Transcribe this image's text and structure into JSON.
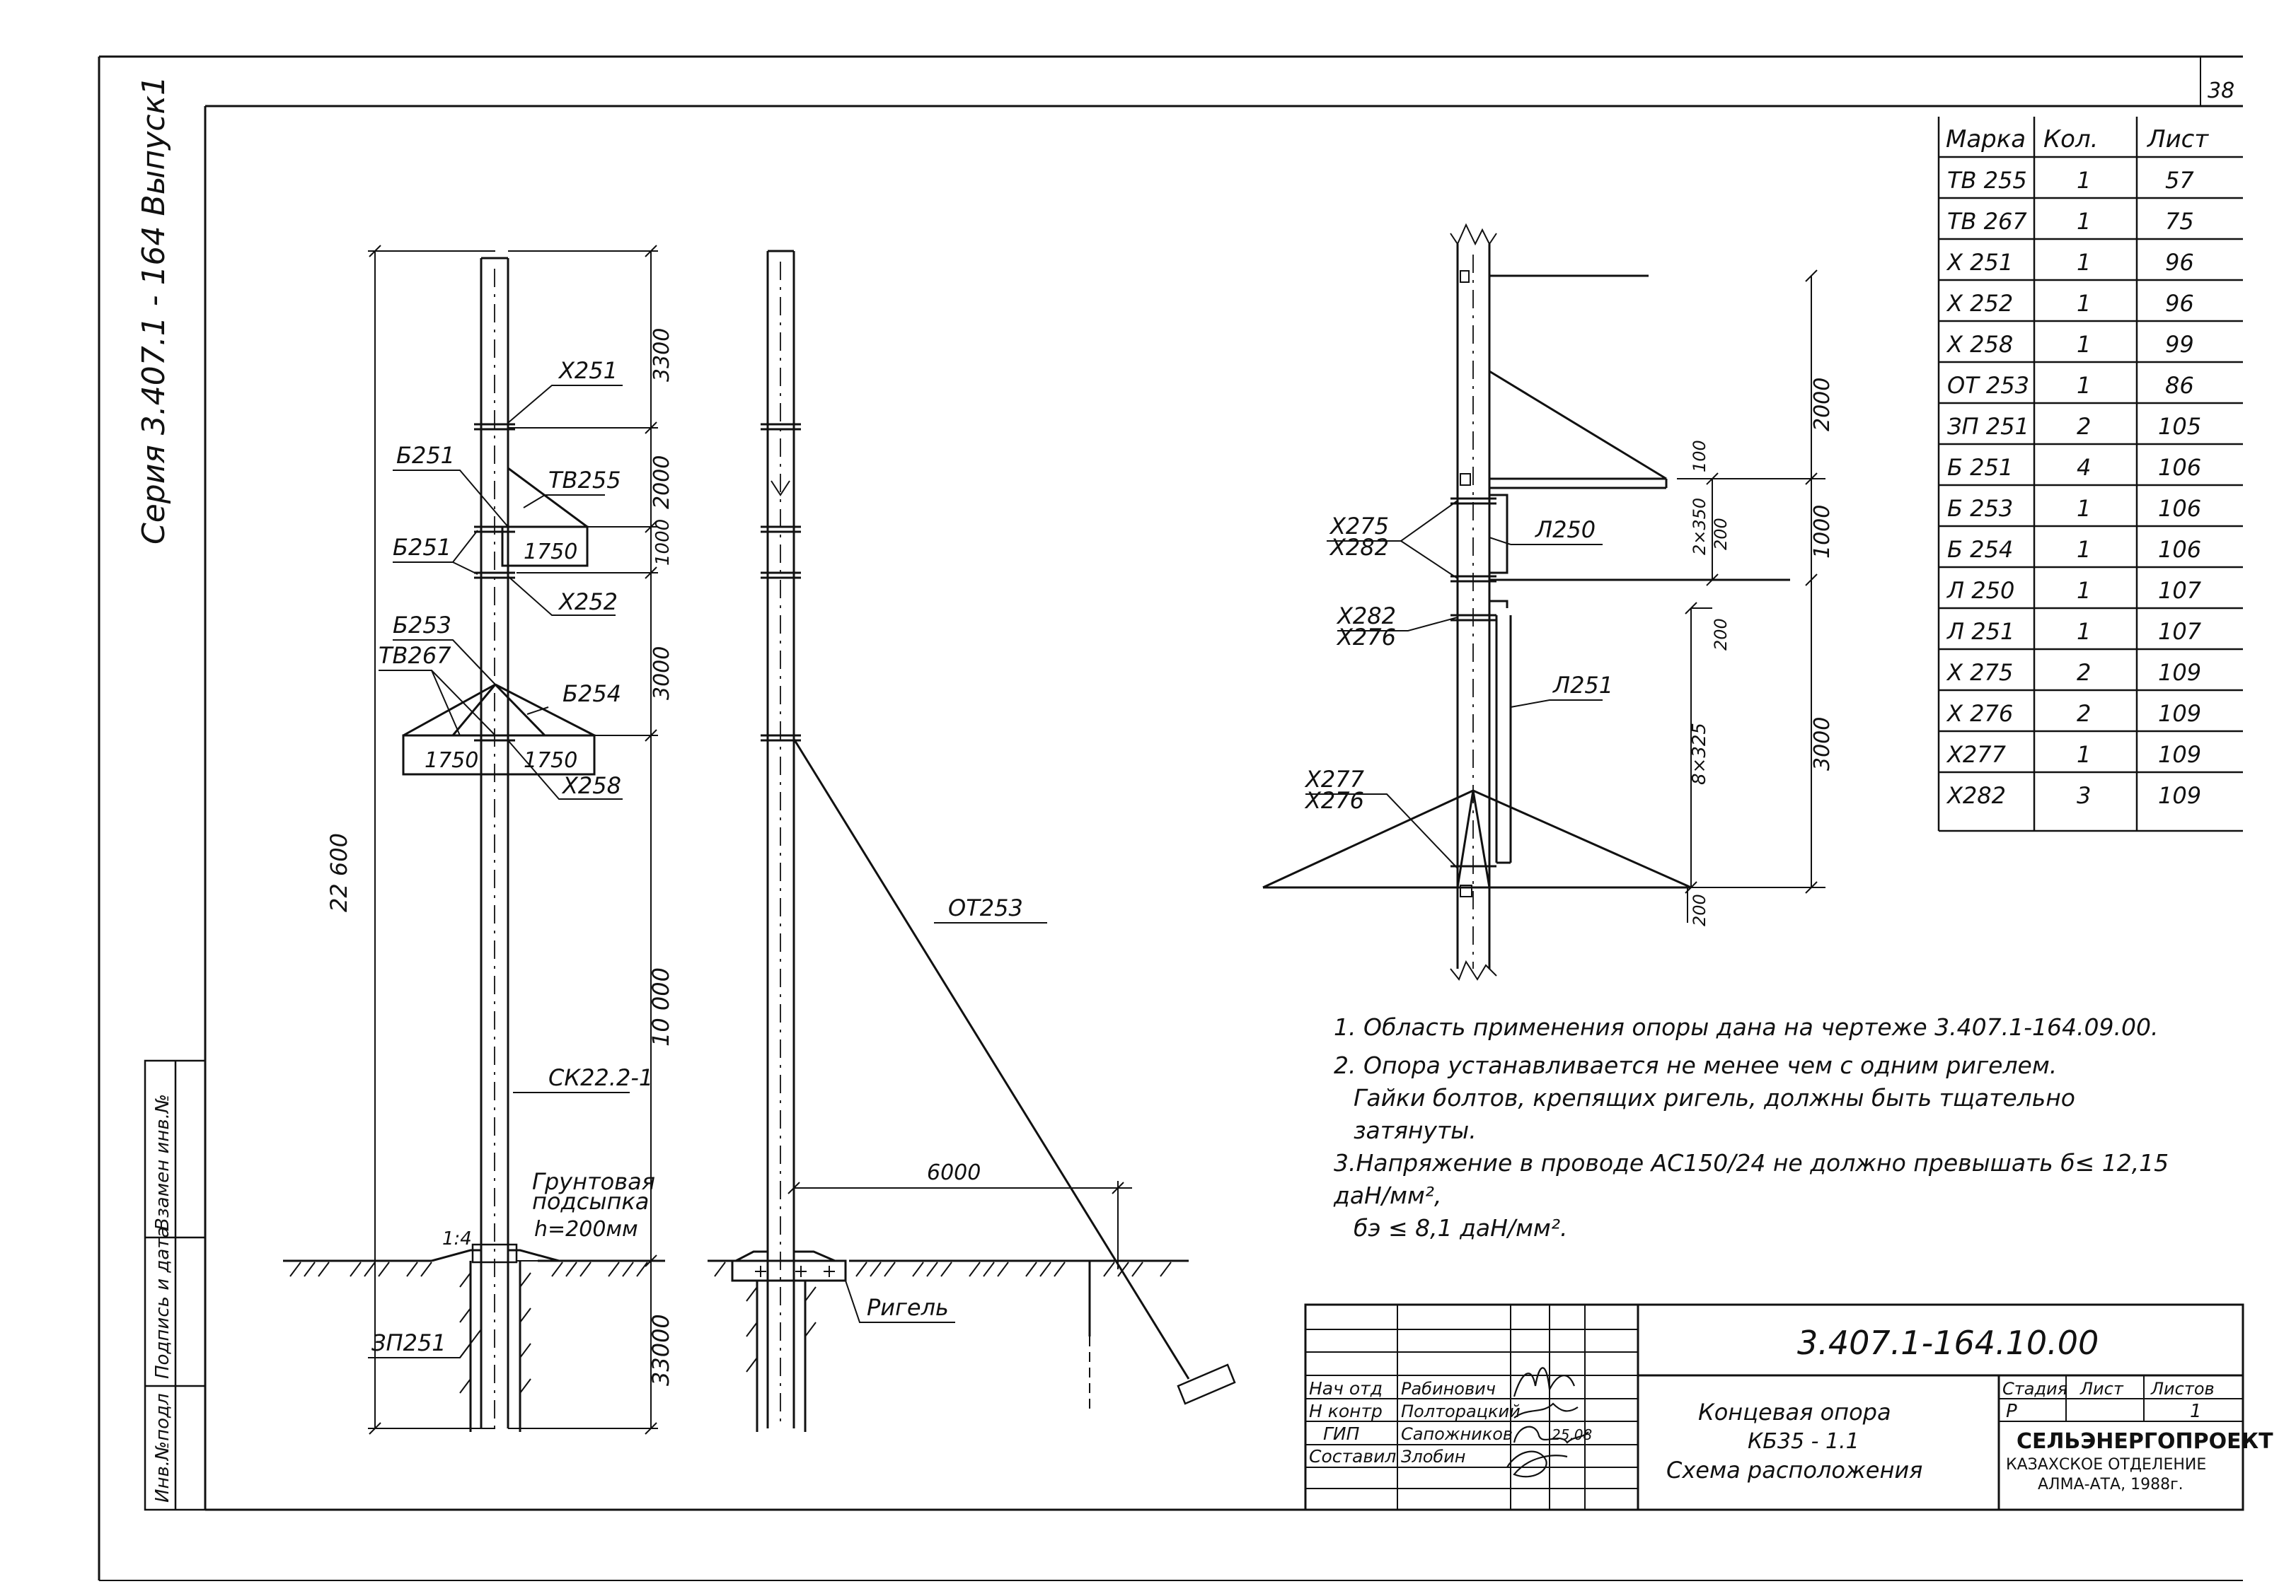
{
  "series_label": "Серия  3.407.1 - 164 Выпуск1",
  "sheet_corner": "38",
  "side_stamp": [
    "Инв.№подл",
    "Подпись и дата",
    "Взамен инв.№"
  ],
  "parts_table": {
    "headers": [
      "Марка",
      "Кол.",
      "Лист"
    ],
    "rows": [
      [
        "ТВ 255",
        "1",
        "57"
      ],
      [
        "ТВ 267",
        "1",
        "75"
      ],
      [
        "Х 251",
        "1",
        "96"
      ],
      [
        "Х 252",
        "1",
        "96"
      ],
      [
        "Х 258",
        "1",
        "99"
      ],
      [
        "ОТ 253",
        "1",
        "86"
      ],
      [
        "ЗП 251",
        "2",
        "105"
      ],
      [
        "Б 251",
        "4",
        "106"
      ],
      [
        "Б 253",
        "1",
        "106"
      ],
      [
        "Б 254",
        "1",
        "106"
      ],
      [
        "Л 250",
        "1",
        "107"
      ],
      [
        "Л 251",
        "1",
        "107"
      ],
      [
        "Х 275",
        "2",
        "109"
      ],
      [
        "Х 276",
        "2",
        "109"
      ],
      [
        "Х277",
        "1",
        "109"
      ],
      [
        "Х282",
        "3",
        "109"
      ]
    ]
  },
  "view1": {
    "x251": "Х251",
    "b251a": "Б251",
    "tb255": "ТВ255",
    "b251b": "Б251",
    "w1750": "1750",
    "x252": "Х252",
    "b253": "Б253",
    "tb267": "ТВ267",
    "b254": "Б254",
    "w1750l": "1750",
    "w1750r": "1750",
    "x258": "Х258",
    "d3300": "3300",
    "d2000": "2000",
    "d1000": "1000",
    "d3000": "3000",
    "d10000": "10 000",
    "d33000": "33000",
    "h22600": "22 600",
    "ck": "СК22.2-1",
    "zp251": "ЗП251",
    "soil1": "Грунтовая",
    "soil2": "подсыпка",
    "soil3": "h=200мм",
    "slope": "1:4"
  },
  "view2": {
    "ot253": "ОТ253",
    "d6000": "6000",
    "rigel": "Ригель"
  },
  "view3": {
    "d2000": "2000",
    "d100": "100",
    "x275": "Х275",
    "x282a": "Х282",
    "l250": "Л250",
    "d2x350": "2×350",
    "d200a": "200",
    "d1000": "1000",
    "x282b": "Х282",
    "x276a": "Х276",
    "d200b": "200",
    "l251": "Л251",
    "d8x325": "8×325",
    "d3000": "3000",
    "x277": "Х277",
    "x276b": "Х276",
    "d200c": "200"
  },
  "notes": {
    "n1": "1. Область  применения  опоры  дана  на чертеже 3.407.1-164.09.00.",
    "n2a": "2. Опора  устанавливается  не  менее чем с одним ригелем.",
    "n2b": "Гайки болтов, крепящих ригель, должны быть тщательно",
    "n2c": "затянуты.",
    "n3a": "3.Напряжение в проводе АС150/24 не должно превышать  б≤ 12,15 даН/мм²,",
    "n3b": "бэ ≤ 8,1 даН/мм²."
  },
  "title_block": {
    "code": "3.407.1-164.10.00",
    "roles": [
      "Нач отд",
      "Н контр",
      "ГИП",
      "Составил"
    ],
    "names": [
      "Рабинович",
      "Полторацкий",
      "Сапожников",
      "Злобин"
    ],
    "date": "25.08",
    "title1": "Концевая  опора",
    "title2": "КБ35 - 1.1",
    "title3": "Схема  расположения",
    "stage_label": "Стадия",
    "sheet_label": "Лист",
    "sheets_label": "Листов",
    "stage": "Р",
    "sheets": "1",
    "org1": "СЕЛЬЭНЕРГОПРОЕКТ",
    "org2": "КАЗАХСКОЕ ОТДЕЛЕНИЕ",
    "org3": "АЛМА-АТА, 1988г."
  }
}
